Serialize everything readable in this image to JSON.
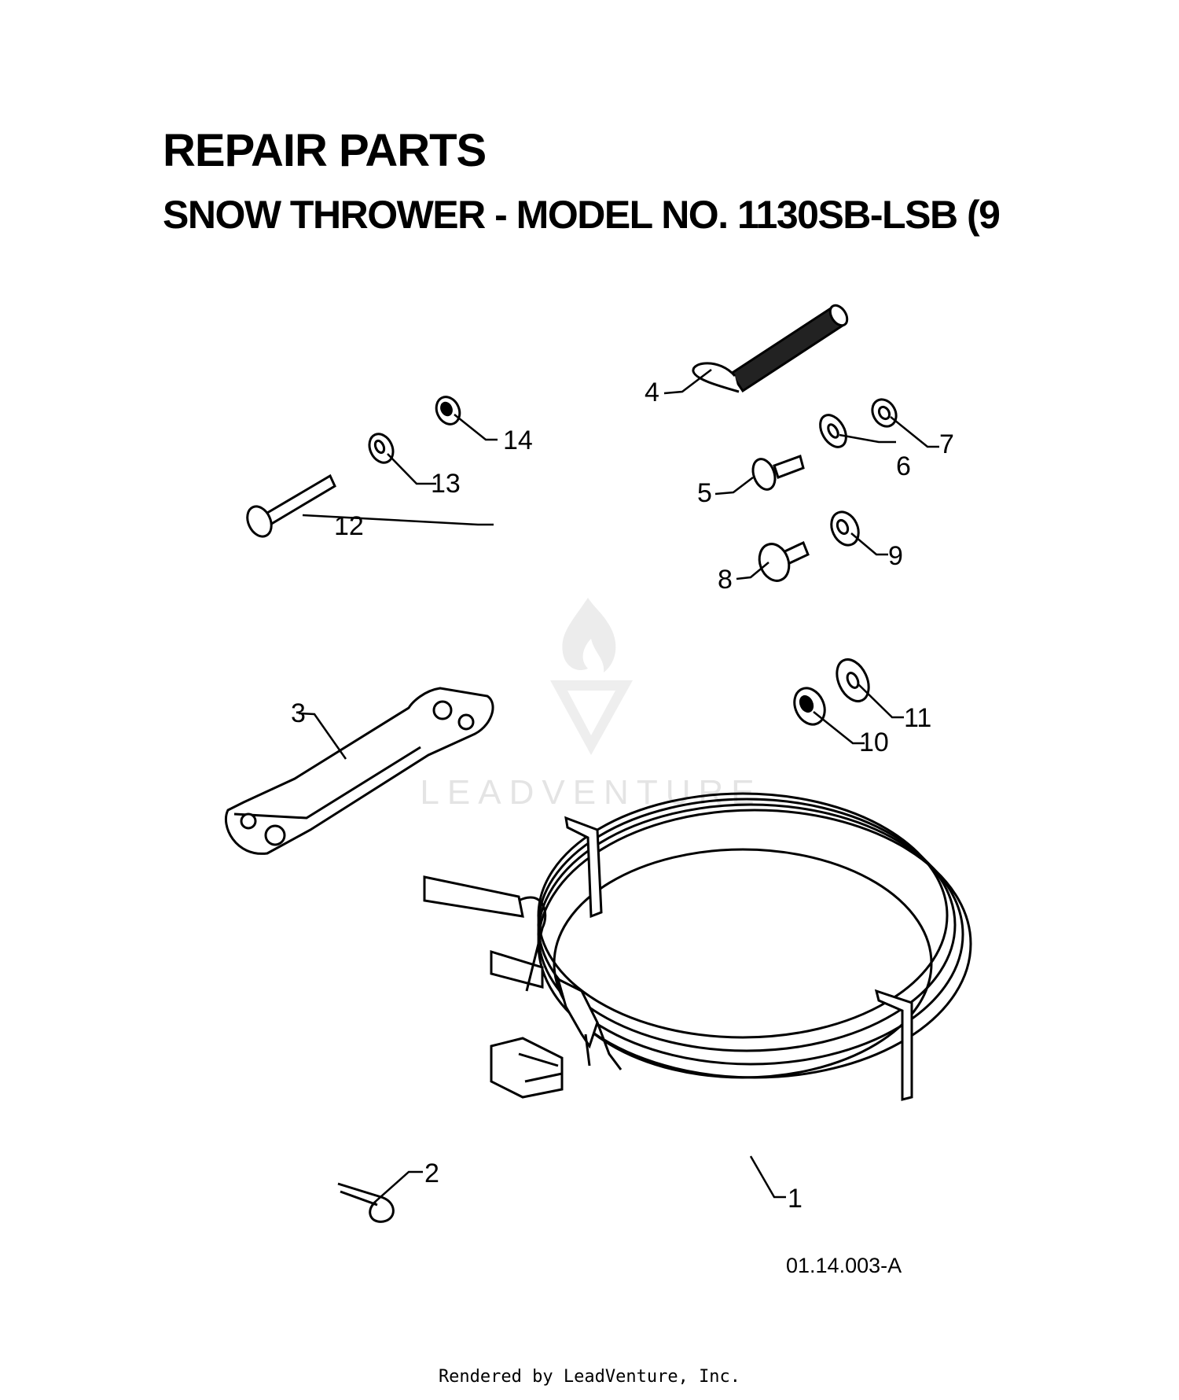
{
  "header": {
    "title": "REPAIR PARTS",
    "subtitle": "SNOW THROWER - MODEL NO. 1130SB-LSB (9"
  },
  "callouts": {
    "c1": "1",
    "c2": "2",
    "c3": "3",
    "c4": "4",
    "c5": "5",
    "c6": "6",
    "c7": "7",
    "c8": "8",
    "c9": "9",
    "c10": "10",
    "c11": "11",
    "c12": "12",
    "c13": "13",
    "c14": "14"
  },
  "diagram_code": "01.14.003-A",
  "watermark": {
    "text": "LEADVENTURE",
    "logo_icon": "flame-v-logo-icon"
  },
  "footer": {
    "rendered_by": "Rendered by LeadVenture, Inc."
  }
}
